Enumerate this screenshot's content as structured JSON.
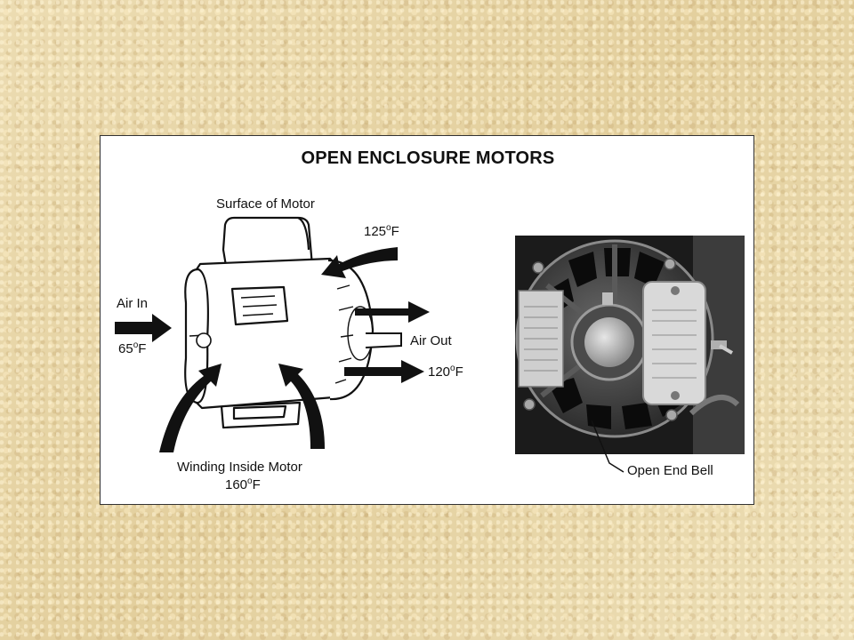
{
  "title": "OPEN ENCLOSURE MOTORS",
  "labels": {
    "surface": "Surface of Motor",
    "surface_temp_value": "125",
    "air_in": "Air In",
    "air_in_temp_value": "65",
    "air_out": "Air Out",
    "air_out_temp_value": "120",
    "winding": "Winding Inside Motor",
    "winding_temp_value": "160",
    "degree_symbol": "o",
    "temp_unit": "F",
    "end_bell": "Open End Bell"
  }
}
